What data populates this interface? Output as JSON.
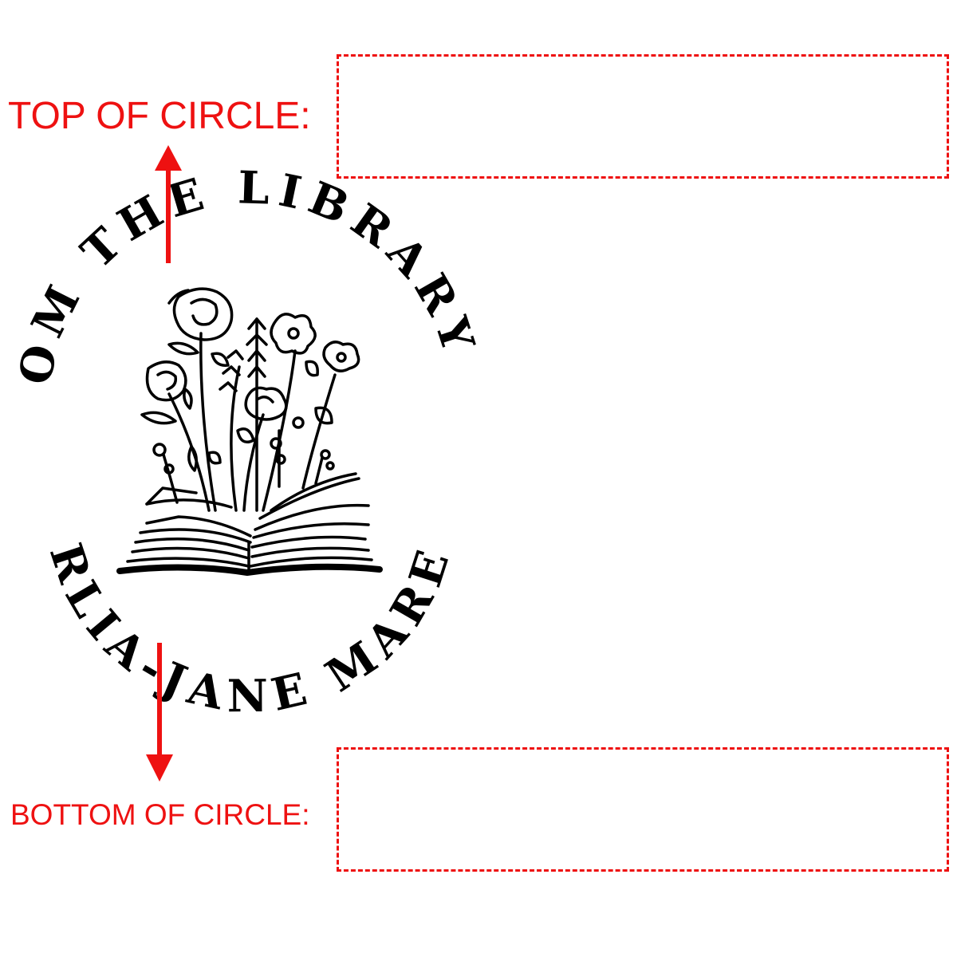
{
  "top_label": "TOP OF CIRCLE:",
  "bottom_label": "BOTTOM OF CIRCLE:",
  "seal": {
    "top_text": "FROM THE LIBRARY OF",
    "bottom_text": "ARLIA-JANE MAREE"
  },
  "colors": {
    "accent": "#ee1111",
    "ink": "#000000"
  },
  "icons": {
    "artwork": "book-with-flowers-icon",
    "arrows": [
      "arrow-up-icon",
      "arrow-down-icon"
    ]
  }
}
